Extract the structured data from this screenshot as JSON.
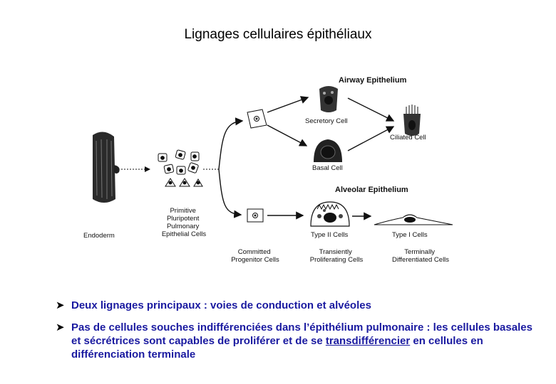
{
  "title": "Lignages cellulaires épithéliaux",
  "diagram": {
    "headers": {
      "airway": "Airway Epithelium",
      "alveolar": "Alveolar Epithelium"
    },
    "labels": {
      "endoderm": "Endoderm",
      "primitive": [
        "Primitive",
        "Pluripotent",
        "Pulmonary",
        "Epithelial Cells"
      ],
      "committed": [
        "Committed",
        "Progenitor Cells"
      ],
      "secretory": "Secretory Cell",
      "ciliated": "Ciliated Cell",
      "basal": "Basal Cell",
      "type2": "Type II Cells",
      "type1": "Type I Cells",
      "transient": [
        "Transiently",
        "Proliferating Cells"
      ],
      "terminal": [
        "Terminally",
        "Differentiated Cells"
      ]
    }
  },
  "bullets": {
    "b1": "Deux lignages principaux : voies de conduction et alvéoles",
    "b2_pre": "Pas de cellules souches indifférenciées dans l’épithélium pulmonaire : les cellules basales et sécrétrices sont capables de proliférer et de se ",
    "b2_link": "transdifférencier",
    "b2_post": " en cellules en différenciation terminale"
  },
  "colors": {
    "bullet_text": "#1a1aa0"
  }
}
